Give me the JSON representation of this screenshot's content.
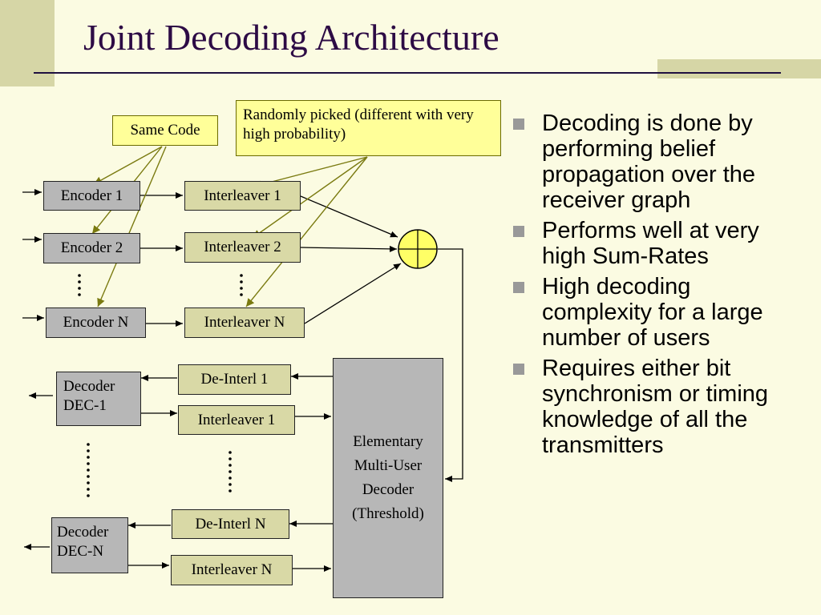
{
  "title": "Joint Decoding Architecture",
  "labels": {
    "same_code": "Same Code",
    "random": "Randomly picked (different with very high probability)"
  },
  "encoders": [
    "Encoder 1",
    "Encoder 2",
    "Encoder N"
  ],
  "interleavers_top": [
    "Interleaver 1",
    "Interleaver 2",
    "Interleaver N"
  ],
  "decoders": [
    "Decoder DEC-1",
    "Decoder DEC-N"
  ],
  "deinterleavers": [
    "De-Interl  1",
    "De-Interl  N"
  ],
  "interleavers_bottom": [
    "Interleaver 1",
    "Interleaver N"
  ],
  "emud": "Elementary Multi-User Decoder (Threshold)",
  "bullets": [
    "Decoding is done by performing belief propagation over the receiver graph",
    "Performs well at very high Sum-Rates",
    "High decoding complexity for a large number of users",
    "Requires either bit synchronism or timing knowledge of all the transmitters"
  ]
}
